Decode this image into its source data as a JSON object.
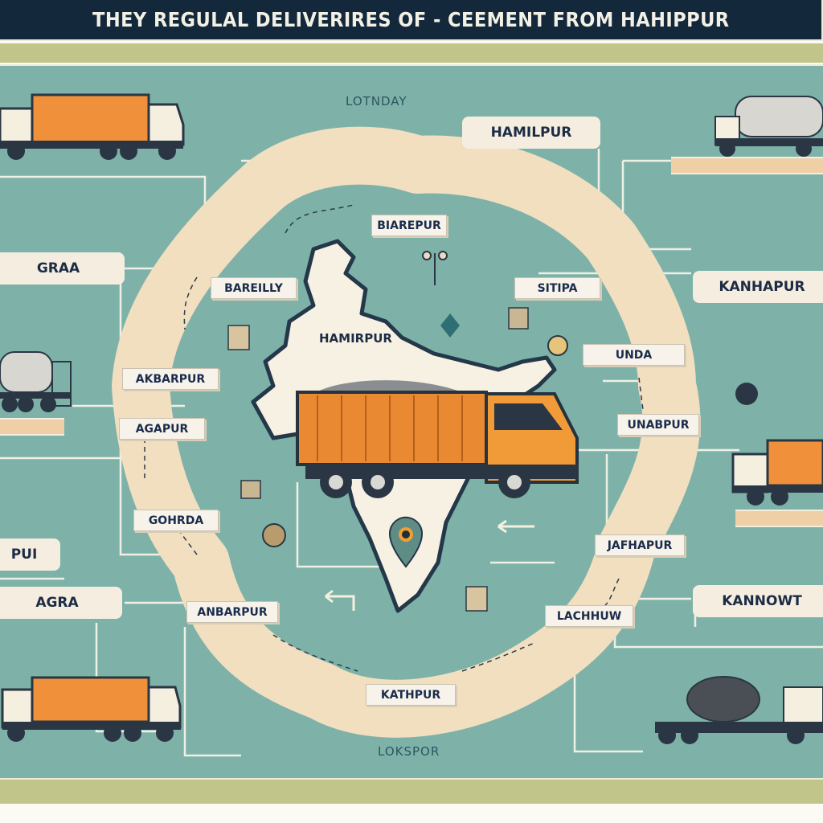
{
  "title": "THEY REGULAL DELIVERIRES OF - CEEMENT FROM HAHIPPUR",
  "top_label": "LOTNDAY",
  "bottom_label": "LOKSPOR",
  "map_label": "HAMIRPUR",
  "side_labels": [
    "HAMILPUR",
    "GRAA",
    "KANHAPUR",
    "PUI",
    "AGRA",
    "KANNOWT"
  ],
  "city_tags": [
    "BIAREPUR",
    "BAREILLY",
    "SITIPA",
    "AKBARPUR",
    "UNDA",
    "AGAPUR",
    "UNABPUR",
    "GOHRDA",
    "JAFHAPUR",
    "ANBARPUR",
    "LACHHUW",
    "KATHPUR"
  ],
  "colors": {
    "title_bg": "#13283a",
    "background": "#7eb2a8",
    "route_band": "#f1dfc0",
    "truck_orange": "#f0903a",
    "label_text": "#1c2c45",
    "olive": "#c1c58a"
  }
}
